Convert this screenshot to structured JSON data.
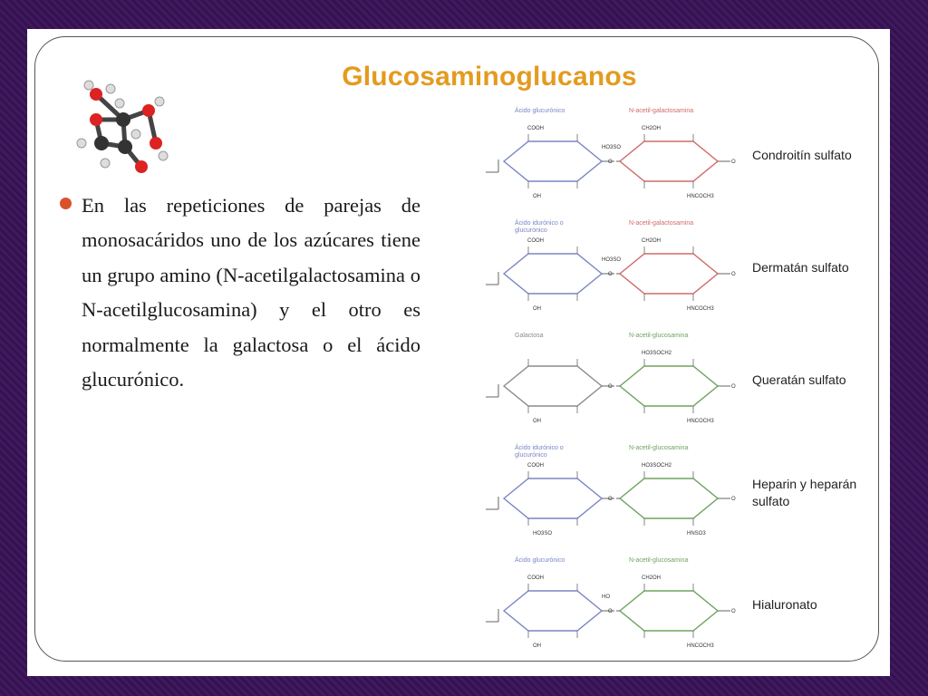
{
  "slide": {
    "title": "Glucosaminoglucanos",
    "bullet_text": "En las repeticiones de parejas de monosacáridos uno de los azúcares tiene un grupo amino (N-acetilgalactosamina o N-acetilglucosamina) y el otro es normalmente la galactosa o el ácido glucurónico.",
    "logo_icon": "molecule-model-icon",
    "bullet_color": "#d9532a",
    "title_color": "#e39b1f"
  },
  "diagram": {
    "colors": {
      "blue": "#7b86c4",
      "red": "#d06a6a",
      "green": "#6ea35f",
      "gray": "#8c8c8c"
    },
    "rows": [
      {
        "name": "Condroitín sulfato",
        "name_lines": [
          "Condroitín sulfato"
        ],
        "left_label": [
          "Ácido glucurónico"
        ],
        "left_color": "blue",
        "right_label": "N-acetil-galactosamina",
        "right_color": "red",
        "left_top": "COOH",
        "right_top": "CH2OH",
        "link": "HO3SO",
        "left_bottom": "OH",
        "right_bottom": "HNCOCH3"
      },
      {
        "name": "Dermatán sulfato",
        "name_lines": [
          "Dermatán sulfato"
        ],
        "left_label": [
          "Ácido idurónico o",
          "glucurónico"
        ],
        "left_color": "blue",
        "right_label": "N-acetil-galactosamina",
        "right_color": "red",
        "left_top": "COOH",
        "right_top": "CH2OH",
        "link": "HO3SO",
        "left_bottom": "OH",
        "right_bottom": "HNCOCH3"
      },
      {
        "name": "Queratán sulfato",
        "name_lines": [
          "Queratán sulfato"
        ],
        "left_label": [
          "Galactosa"
        ],
        "left_color": "gray",
        "right_label": "N-acetil-glucosamina",
        "right_color": "green",
        "left_top": "",
        "right_top": "HO3SOCH2",
        "link": "",
        "left_bottom": "OH",
        "right_bottom": "HNCOCH3"
      },
      {
        "name": "Heparin y heparán sulfato",
        "name_lines": [
          "Heparin y heparán",
          "sulfato"
        ],
        "left_label": [
          "Ácido idurónico o",
          "glucurónico"
        ],
        "left_color": "blue",
        "right_label": "N-acetil-glucosamina",
        "right_color": "green",
        "left_top": "COOH",
        "right_top": "HO3SOCH2",
        "link": "",
        "left_bottom": "HO3SO",
        "right_bottom": "HNSO3"
      },
      {
        "name": "Hialuronato",
        "name_lines": [
          "Hialuronato"
        ],
        "left_label": [
          "Ácido glucurónico"
        ],
        "left_color": "blue",
        "right_label": "N-acetil-glucosamina",
        "right_color": "green",
        "left_top": "COOH",
        "right_top": "CH2OH",
        "link": "HO",
        "left_bottom": "OH",
        "right_bottom": "HNCOCH3"
      }
    ]
  }
}
